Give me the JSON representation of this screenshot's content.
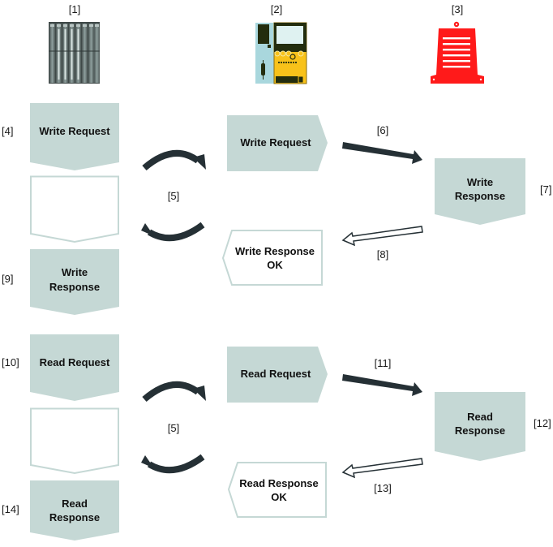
{
  "colors": {
    "box_fill": "#c5d8d5",
    "box_outline": "#c5d8d5",
    "arrow_dark": "#253035",
    "label_text": "#1a1a1a",
    "controller_gray": "#5f6b6a",
    "gateway_teal": "#a9d7dd",
    "gateway_yellow": "#f8c21a",
    "gateway_dark": "#232d0e",
    "device_red": "#ff1a1a"
  },
  "devices": [
    {
      "id": "1",
      "label": "[1]",
      "icon": "plc-controller-icon"
    },
    {
      "id": "2",
      "label": "[2]",
      "icon": "gateway-module-icon"
    },
    {
      "id": "3",
      "label": "[3]",
      "icon": "safety-device-icon"
    }
  ],
  "write_sequence": {
    "controller_request": {
      "lines": [
        "Write Request"
      ],
      "label": "[4]"
    },
    "controller_blank": {
      "lines": []
    },
    "controller_response": {
      "lines": [
        "Write",
        "Response"
      ],
      "label": "[9]"
    },
    "cycle_label": "[5]",
    "gateway_request": {
      "lines": [
        "Write Request"
      ]
    },
    "forward_arrow_label": "[6]",
    "device_response": {
      "lines": [
        "Write",
        "Response"
      ],
      "label": "[7]"
    },
    "return_arrow_label": "[8]",
    "gateway_response": {
      "lines": [
        "Write Response",
        "OK"
      ]
    }
  },
  "read_sequence": {
    "controller_request": {
      "lines": [
        "Read Request"
      ],
      "label": "[10]"
    },
    "controller_blank": {
      "lines": []
    },
    "controller_response": {
      "lines": [
        "Read",
        "Response"
      ],
      "label": "[14]"
    },
    "cycle_label": "[5]",
    "gateway_request": {
      "lines": [
        "Read Request"
      ]
    },
    "forward_arrow_label": "[11]",
    "device_response": {
      "lines": [
        "Read",
        "Response"
      ],
      "label": "[12]"
    },
    "return_arrow_label": "[13]",
    "gateway_response": {
      "lines": [
        "Read Response",
        "OK"
      ]
    }
  }
}
